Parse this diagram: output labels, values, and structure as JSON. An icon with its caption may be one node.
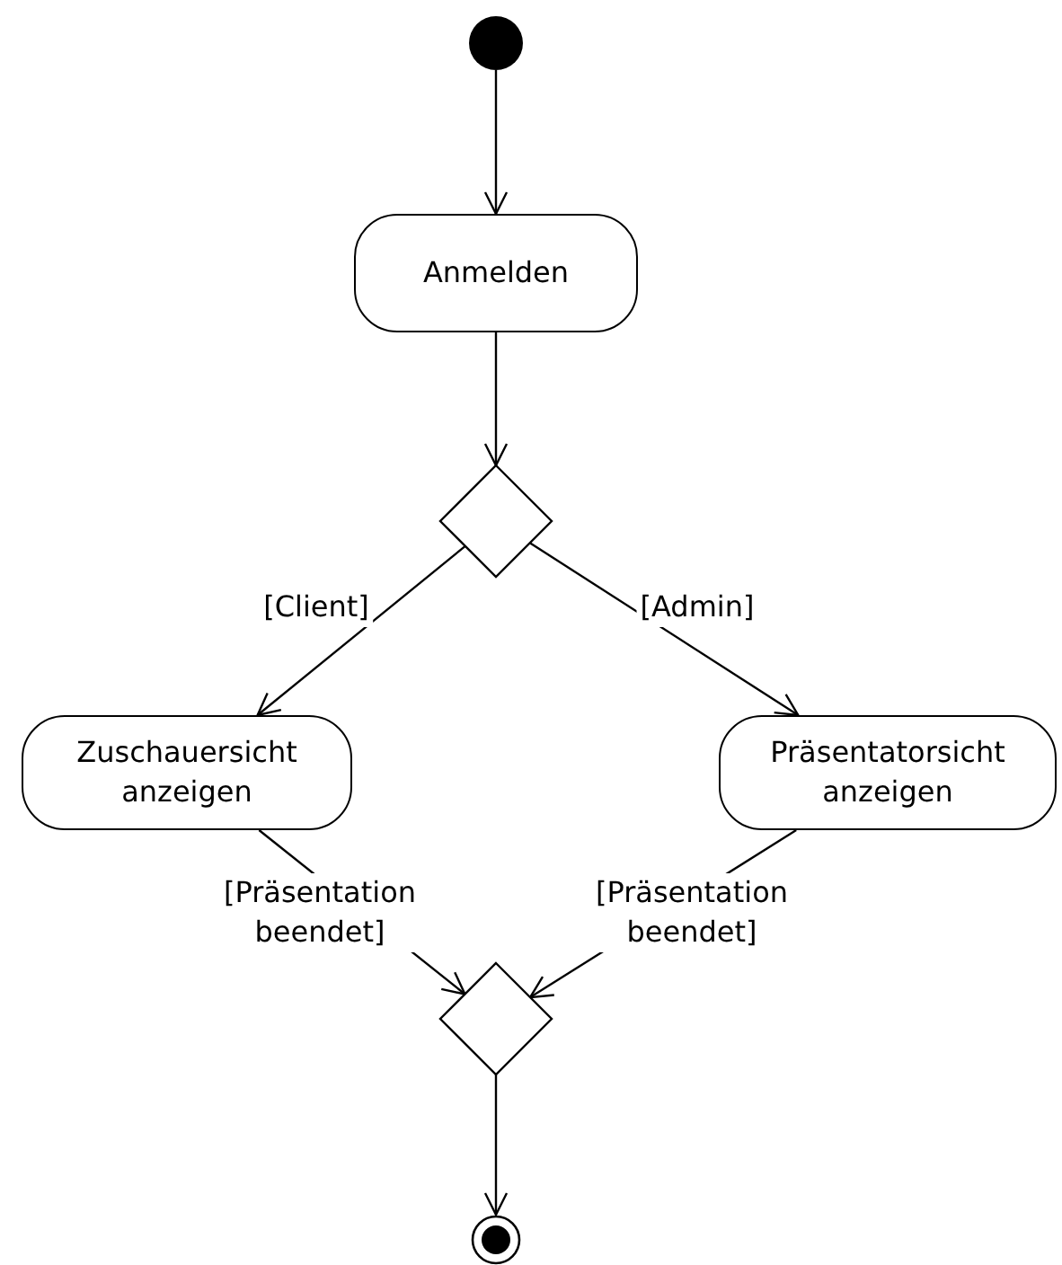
{
  "diagram": {
    "nodes": [
      {
        "text": [],
        "shape": "circle"
      },
      {
        "text": [
          "Anmelden"
        ]
      },
      {
        "text": [],
        "shape": "diamond"
      },
      {
        "text": [
          "Zuschauersicht anzeigen"
        ]
      },
      {
        "text": [
          "Präsentatorsicht anzeigen"
        ]
      },
      {
        "text": [],
        "shape": "diamond"
      },
      {
        "text": [],
        "shape": "circle"
      }
    ],
    "edges": [
      {
        "from": 0,
        "to": 1,
        "arrow": "to"
      },
      {
        "from": 1,
        "to": 2,
        "arrow": "to"
      },
      {
        "from": 2,
        "to": 3,
        "arrow": "to",
        "label": "[Client]"
      },
      {
        "from": 2,
        "to": 4,
        "arrow": "to",
        "label": "[Admin]"
      },
      {
        "from": 3,
        "to": 5,
        "arrow": "to",
        "label": "[Präsentation beendet]"
      },
      {
        "from": 4,
        "to": 5,
        "arrow": "to",
        "label": "[Präsentation beendet]"
      },
      {
        "from": 5,
        "to": 6,
        "arrow": "to"
      }
    ]
  }
}
